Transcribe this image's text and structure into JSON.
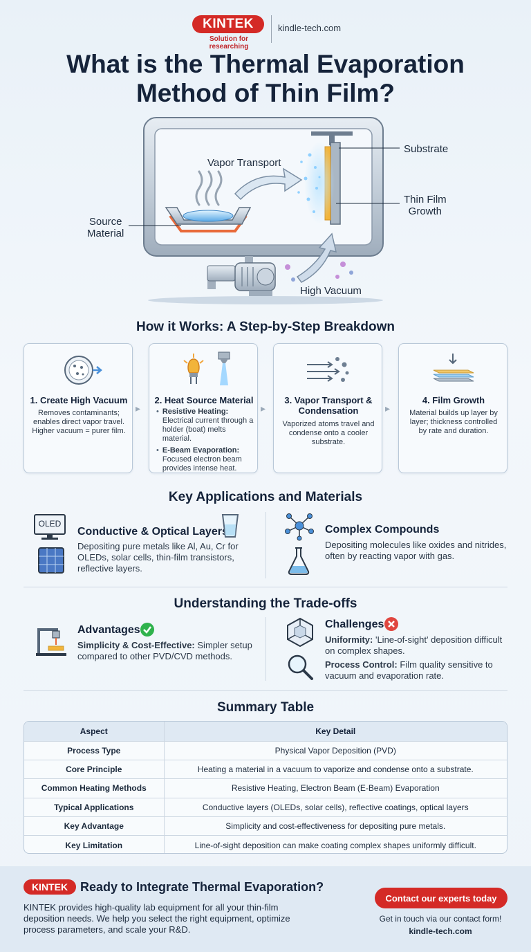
{
  "header": {
    "logo": "KINTEK",
    "tagline": "Solution for researching",
    "site": "kindle-tech.com",
    "title_line1": "What is the Thermal Evaporation",
    "title_line2": "Method of Thin Film?"
  },
  "diagram": {
    "vapor_transport": "Vapor Transport",
    "substrate": "Substrate",
    "thin_film_line1": "Thin Film",
    "thin_film_line2": "Growth",
    "source_line1": "Source",
    "source_line2": "Material",
    "high_vacuum": "High Vacuum"
  },
  "steps": {
    "heading": "How it Works: A Step-by-Step Breakdown",
    "items": [
      {
        "title": "1. Create High Vacuum",
        "body": "Removes contaminants; enables direct vapor travel. Higher vacuum = purer film."
      },
      {
        "title": "2. Heat Source Material",
        "b1_title": "Resistive Heating:",
        "b1_body": "Electrical current through a holder (boat) melts material.",
        "b2_title": "E-Beam Evaporation:",
        "b2_body": "Focused electron beam provides intense heat."
      },
      {
        "title_line1": "3. Vapor Transport &",
        "title_line2": "Condensation",
        "body": "Vaporized atoms travel and condense onto a cooler substrate."
      },
      {
        "title": "4. Film Growth",
        "body": "Material builds up layer by layer; thickness controlled by rate and duration."
      }
    ]
  },
  "applications": {
    "heading": "Key Applications and Materials",
    "oled_label": "OLED",
    "left_title": "Conductive & Optical Layers",
    "left_body": "Depositing pure metals like Al, Au, Cr for OLEDs, solar cells, thin-film transistors, reflective layers.",
    "right_title": "Complex Compounds",
    "right_body": "Depositing molecules like oxides and nitrides, often by reacting vapor with gas."
  },
  "tradeoffs": {
    "heading": "Understanding the Trade-offs",
    "adv_title": "Advantages",
    "adv_b1": "Simplicity & Cost-Effective:",
    "adv_b2": "Simpler setup compared to other PVD/CVD methods.",
    "ch_title": "Challenges",
    "ch_u1": "Uniformity:",
    "ch_u2": "'Line-of-sight' deposition difficult on complex shapes.",
    "ch_p1": "Process Control:",
    "ch_p2": "Film quality sensitive to vacuum and evaporation rate."
  },
  "summary": {
    "heading": "Summary Table",
    "col1": "Aspect",
    "col2": "Key Detail",
    "rows": [
      {
        "k": "Process Type",
        "v": "Physical Vapor Deposition (PVD)"
      },
      {
        "k": "Core Principle",
        "v": "Heating a material in a vacuum to vaporize and condense onto a substrate."
      },
      {
        "k": "Common Heating Methods",
        "v": "Resistive Heating, Electron Beam (E-Beam) Evaporation"
      },
      {
        "k": "Typical Applications",
        "v": "Conductive layers (OLEDs, solar cells), reflective coatings, optical layers"
      },
      {
        "k": "Key Advantage",
        "v": "Simplicity and cost-effectiveness for depositing pure metals."
      },
      {
        "k": "Key Limitation",
        "v": "Line-of-sight deposition can make coating complex shapes uniformly difficult."
      }
    ]
  },
  "footer": {
    "logo": "KINTEK",
    "title": "Ready to Integrate Thermal Evaporation?",
    "body": "KINTEK provides high-quality lab equipment for all your thin-film deposition needs. We help you select the right equipment, optimize process parameters, and scale your R&D.",
    "cta": "Contact our experts today",
    "cta_sub": "Get in touch via our contact form!",
    "cta_link": "kindle-tech.com"
  },
  "colors": {
    "brand_red": "#d42a26",
    "navy": "#15233a",
    "success_green": "#2fb24c",
    "film_gold": "#f2b43a"
  },
  "icons": [
    "vacuum-chamber-icon",
    "lamp-icon",
    "ebeam-icon",
    "vapor-arrows-icon",
    "film-layers-icon",
    "oled-monitor-icon",
    "solar-panel-icon",
    "glass-icon",
    "molecule-icon",
    "flask-icon",
    "deposition-tool-icon",
    "check-icon",
    "crystal-icon",
    "cross-icon",
    "magnifier-icon"
  ]
}
